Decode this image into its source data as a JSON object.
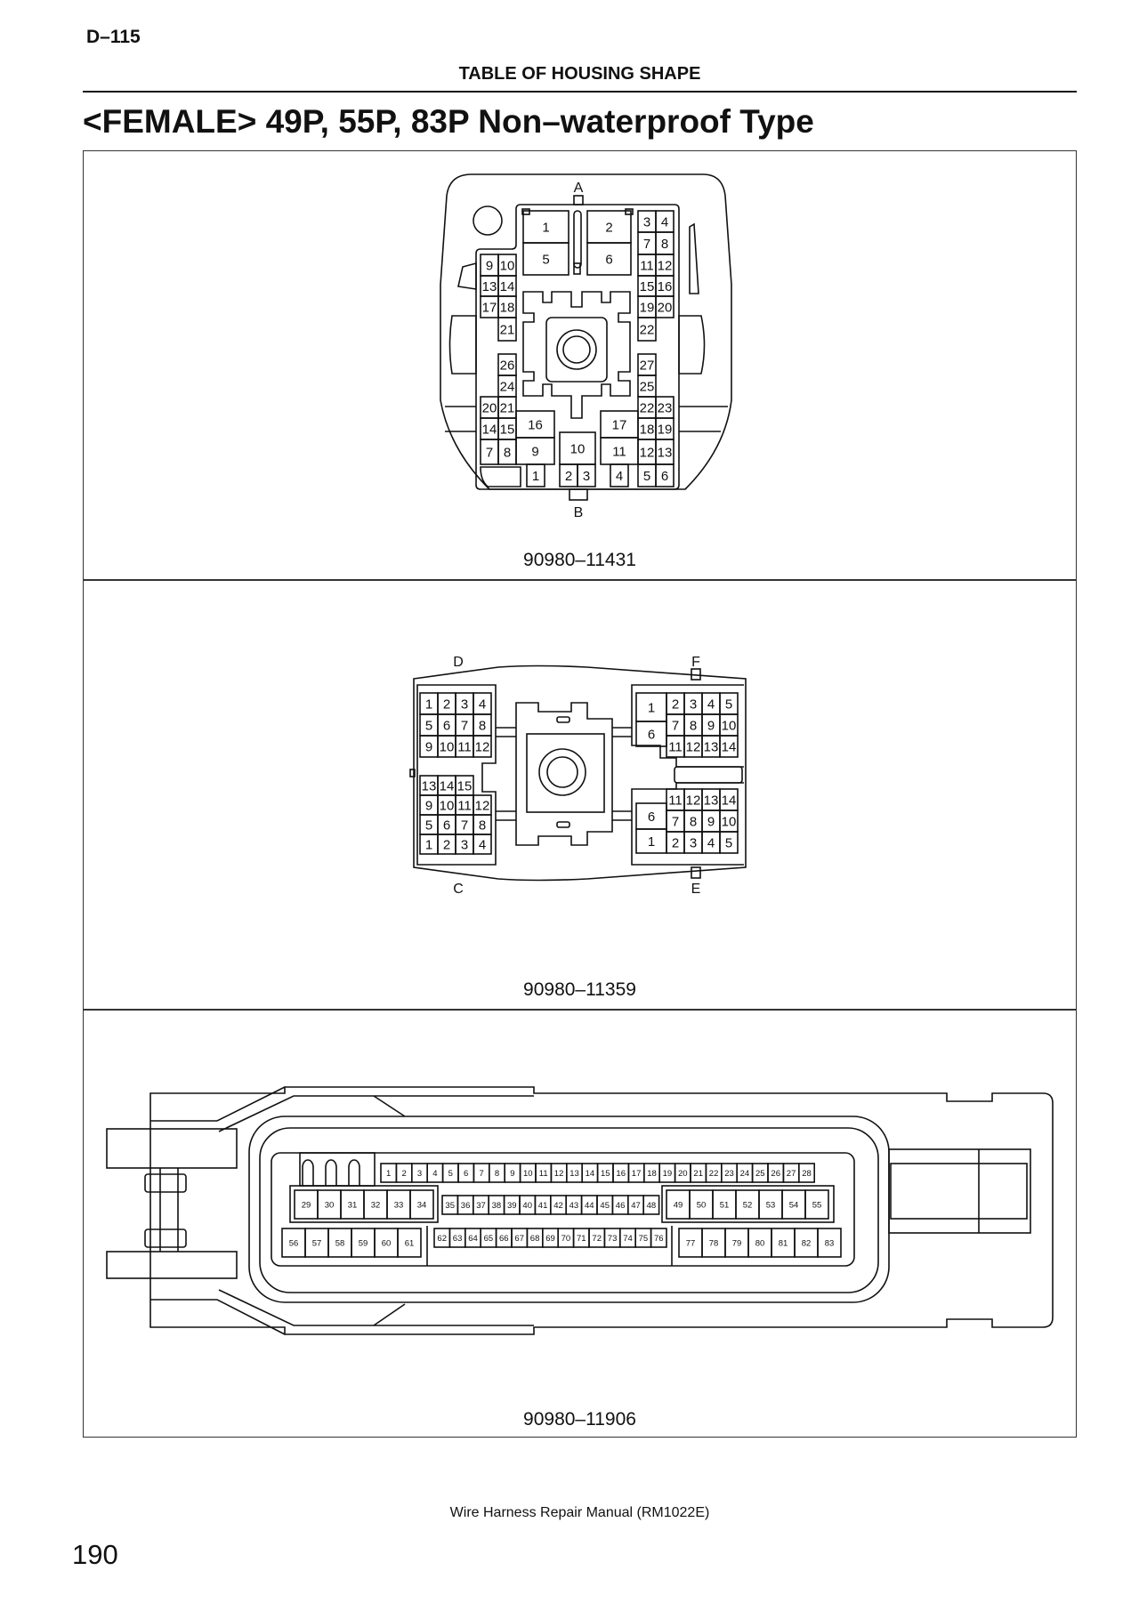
{
  "header": {
    "page_code": "D–115",
    "section": "TABLE OF HOUSING SHAPE",
    "title": "<FEMALE> 49P, 55P, 83P Non–waterproof Type"
  },
  "connectors": [
    {
      "part_number": "90980–11431",
      "side_labels": {
        "top": "A",
        "bottom": "B"
      },
      "pins_a": [
        "1",
        "5",
        "2",
        "6",
        "3",
        "4",
        "7",
        "8",
        "11",
        "12",
        "15",
        "16",
        "19",
        "20",
        "22",
        "9",
        "10",
        "13",
        "14",
        "17",
        "18",
        "21"
      ],
      "pins_b": [
        "26",
        "24",
        "20",
        "21",
        "14",
        "15",
        "7",
        "8",
        "16",
        "9",
        "10",
        "2",
        "3",
        "1",
        "4",
        "17",
        "11",
        "27",
        "25",
        "22",
        "23",
        "18",
        "19",
        "12",
        "13",
        "5",
        "6"
      ]
    },
    {
      "part_number": "90980–11359",
      "side_labels": {
        "d": "D",
        "f": "F",
        "c": "C",
        "e": "E"
      },
      "pins_d": [
        "1",
        "2",
        "3",
        "4",
        "5",
        "6",
        "7",
        "8",
        "9",
        "10",
        "11",
        "12"
      ],
      "pins_c": [
        "13",
        "14",
        "15",
        "9",
        "10",
        "11",
        "12",
        "5",
        "6",
        "7",
        "8",
        "1",
        "2",
        "3",
        "4"
      ],
      "pins_f": [
        "1",
        "6",
        "2",
        "3",
        "4",
        "5",
        "7",
        "8",
        "9",
        "10",
        "11",
        "12",
        "13",
        "14"
      ],
      "pins_e": [
        "6",
        "1",
        "11",
        "12",
        "13",
        "14",
        "7",
        "8",
        "9",
        "10",
        "2",
        "3",
        "4",
        "5"
      ]
    },
    {
      "part_number": "90980–11906",
      "rows": {
        "row1": [
          "1",
          "2",
          "3",
          "4",
          "5",
          "6",
          "7",
          "8",
          "9",
          "10",
          "11",
          "12",
          "13",
          "14",
          "15",
          "16",
          "17",
          "18",
          "19",
          "20",
          "21",
          "22",
          "23",
          "24",
          "25",
          "26",
          "27",
          "28"
        ],
        "row2_left": [
          "29",
          "30",
          "31",
          "32",
          "33",
          "34"
        ],
        "row2_mid": [
          "35",
          "36",
          "37",
          "38",
          "39",
          "40",
          "41",
          "42",
          "43",
          "44",
          "45",
          "46",
          "47",
          "48"
        ],
        "row2_right": [
          "49",
          "50",
          "51",
          "52",
          "53",
          "54",
          "55"
        ],
        "row3_left": [
          "56",
          "57",
          "58",
          "59",
          "60",
          "61"
        ],
        "row3_mid": [
          "62",
          "63",
          "64",
          "65",
          "66",
          "67",
          "68",
          "69",
          "70",
          "71",
          "72",
          "73",
          "74",
          "75",
          "76"
        ],
        "row3_right": [
          "77",
          "78",
          "79",
          "80",
          "81",
          "82",
          "83"
        ]
      }
    }
  ],
  "footer": {
    "manual": "Wire Harness Repair Manual (RM1022E)",
    "page_number": "190"
  }
}
